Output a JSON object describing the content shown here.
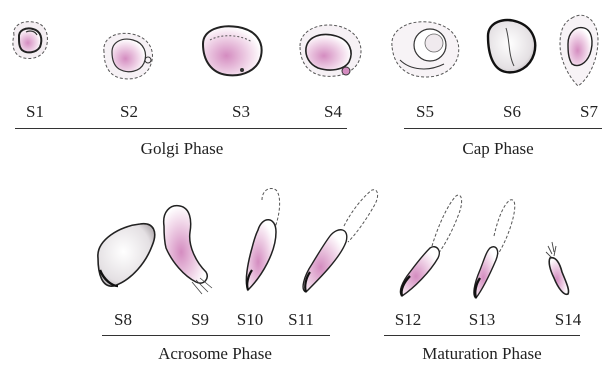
{
  "stages": [
    "S1",
    "S2",
    "S3",
    "S4",
    "S5",
    "S6",
    "S7",
    "S8",
    "S9",
    "S10",
    "S11",
    "S12",
    "S13",
    "S14"
  ],
  "phases": [
    "Golgi Phase",
    "Cap Phase",
    "Acrosome Phase",
    "Maturation Phase"
  ],
  "colors": {
    "outline": "#2a2a2a",
    "dashed": "#555555",
    "acrosome": "#c77bb0",
    "fill": "#efe6ee"
  }
}
